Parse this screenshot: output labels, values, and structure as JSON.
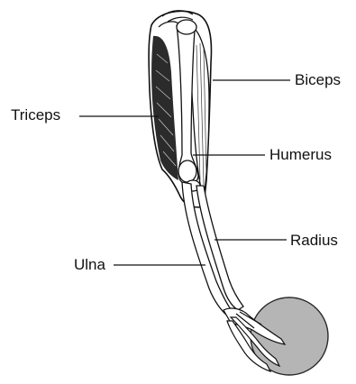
{
  "labels": {
    "biceps": "Biceps",
    "triceps": "Triceps",
    "humerus": "Humerus",
    "radius": "Radius",
    "ulna": "Ulna"
  },
  "colors": {
    "ink": "#111111",
    "ball_fill": "#b5b5b5",
    "ball_stroke": "#2a2a2a",
    "background": "#ffffff"
  }
}
